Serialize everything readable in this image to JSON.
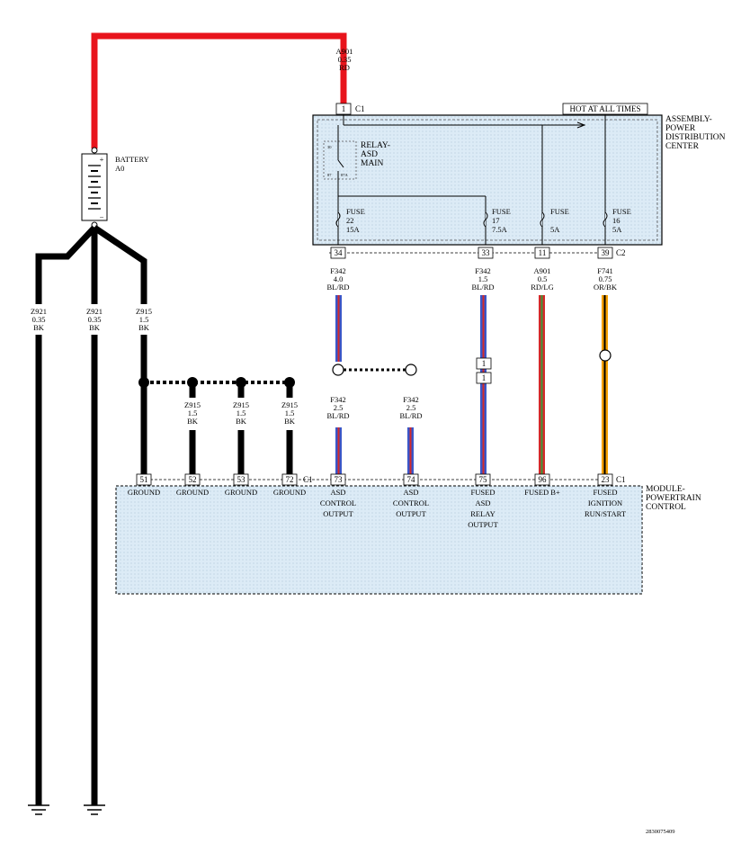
{
  "colors": {
    "red_wire": "#e8141c",
    "black_wire": "#000000",
    "module_fill": "#dcebf6",
    "blue": "#3a56c8",
    "red": "#d42a2a",
    "green": "#3c9a3c",
    "orange": "#f5a000"
  },
  "battery": {
    "name": "BATTERY",
    "code": "A0"
  },
  "red_wire": {
    "circuit": "A901",
    "gauge": "0.35",
    "color": "RD"
  },
  "pdc": {
    "title_line1": "ASSEMBLY-",
    "title_line2": "POWER",
    "title_line3": "DISTRIBUTION",
    "title_line4": "CENTER",
    "hot_label": "HOT AT ALL TIMES",
    "input_pin": "1",
    "input_connector": "C1",
    "output_connector": "C2",
    "relay": {
      "line1": "RELAY-",
      "line2": "ASD",
      "line3": "MAIN",
      "pin_30": "30",
      "pin_87": "87",
      "pin_87a": "87A"
    },
    "fuses": [
      {
        "label": "FUSE",
        "number": "22",
        "rating": "15A"
      },
      {
        "label": "FUSE",
        "number": "17",
        "rating": "7.5A"
      },
      {
        "label": "FUSE",
        "number": "",
        "rating": "5A"
      },
      {
        "label": "FUSE",
        "number": "16",
        "rating": "5A"
      }
    ],
    "pins": [
      "34",
      "33",
      "11",
      "39"
    ]
  },
  "pdc_wires": [
    {
      "circuit": "F342",
      "gauge": "4.0",
      "color": "BL/RD"
    },
    {
      "circuit": "F342",
      "gauge": "1.5",
      "color": "BL/RD"
    },
    {
      "circuit": "A901",
      "gauge": "0.5",
      "color": "RD/LG"
    },
    {
      "circuit": "F741",
      "gauge": "0.75",
      "color": "OR/BK"
    }
  ],
  "splice_wires": [
    {
      "circuit": "F342",
      "gauge": "2.5",
      "color": "BL/RD"
    },
    {
      "circuit": "F342",
      "gauge": "2.5",
      "color": "BL/RD"
    }
  ],
  "inline_connector": {
    "top": "1",
    "bottom": "1"
  },
  "ground_wires": [
    {
      "circuit": "Z921",
      "gauge": "0.35",
      "color": "BK"
    },
    {
      "circuit": "Z921",
      "gauge": "0.35",
      "color": "BK"
    },
    {
      "circuit": "Z915",
      "gauge": "1.5",
      "color": "BK"
    }
  ],
  "ground_branch_wires": [
    {
      "circuit": "Z915",
      "gauge": "1.5",
      "color": "BK"
    },
    {
      "circuit": "Z915",
      "gauge": "1.5",
      "color": "BK"
    },
    {
      "circuit": "Z915",
      "gauge": "1.5",
      "color": "BK"
    }
  ],
  "pcm": {
    "title_line1": "MODULE-",
    "title_line2": "POWERTRAIN",
    "title_line3": "CONTROL",
    "connector": "C1",
    "pins": [
      "51",
      "52",
      "53",
      "72",
      "73",
      "74",
      "75",
      "96",
      "23"
    ],
    "pin_labels": [
      [
        "GROUND"
      ],
      [
        "GROUND"
      ],
      [
        "GROUND"
      ],
      [
        "GROUND"
      ],
      [
        "ASD",
        "CONTROL",
        "OUTPUT"
      ],
      [
        "ASD",
        "CONTROL",
        "OUTPUT"
      ],
      [
        "FUSED",
        "ASD",
        "RELAY",
        "OUTPUT"
      ],
      [
        "FUSED B+"
      ],
      [
        "FUSED",
        "IGNITION",
        "RUN/START"
      ]
    ]
  },
  "figure_id": "2830075409"
}
